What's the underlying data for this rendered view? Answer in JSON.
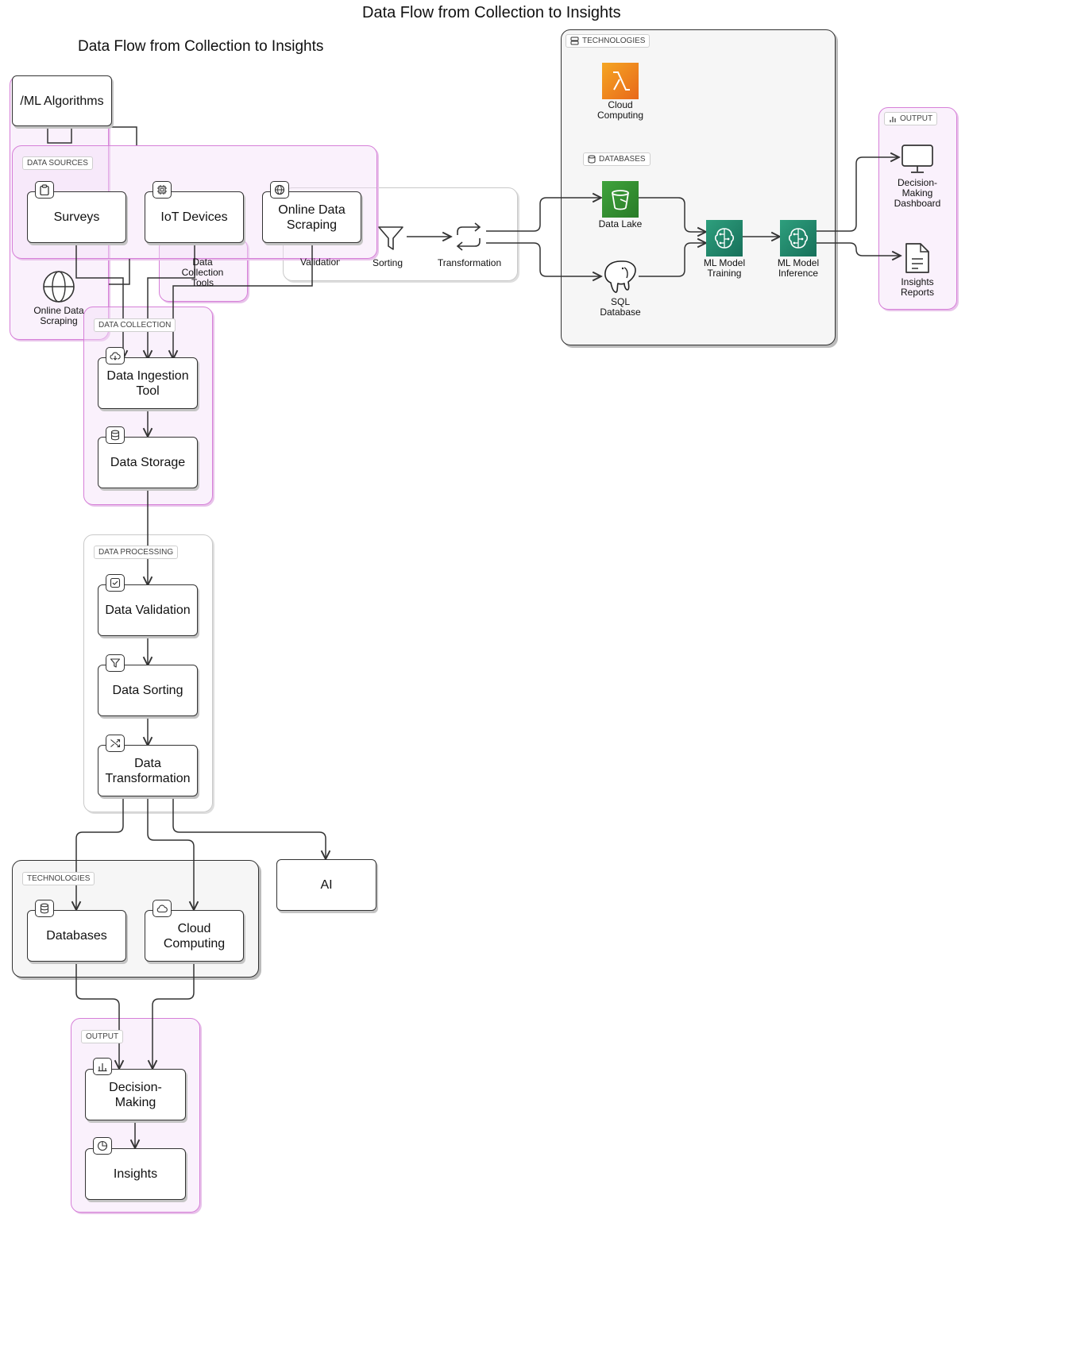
{
  "main_title": "Data Flow from Collection to Insights",
  "inner_title": "Data Flow from Collection to Insights",
  "ml_algorithms": "/ML Algorithms",
  "data_sources": {
    "tag": "DATA SOURCES",
    "surveys": "Surveys",
    "iot": "IoT Devices",
    "scraping": "Online Data Scraping"
  },
  "behind": {
    "validation": "Validation",
    "sorting": "Sorting",
    "transformation": "Transformation",
    "collection_tools": "Data Collection Tools",
    "online_scraping": "Online Data Scraping"
  },
  "data_collection": {
    "tag": "DATA COLLECTION",
    "ingestion": "Data Ingestion Tool",
    "storage": "Data Storage"
  },
  "data_processing": {
    "tag": "DATA PROCESSING",
    "validation": "Data Validation",
    "sorting": "Data Sorting",
    "transformation": "Data Transformation"
  },
  "technologies_bottom": {
    "tag": "TECHNOLOGIES",
    "databases": "Databases",
    "cloud": "Cloud Computing"
  },
  "ai": "AI",
  "output_bottom": {
    "tag": "OUTPUT",
    "decision": "Decision-Making",
    "insights": "Insights"
  },
  "technologies_right": {
    "tag": "TECHNOLOGIES",
    "cloud": "Cloud Computing",
    "databases_tag": "DATABASES",
    "data_lake": "Data Lake",
    "sql": "SQL Database",
    "training": "ML Model Training",
    "inference": "ML Model Inference"
  },
  "output_right": {
    "tag": "OUTPUT",
    "dashboard": "Decision-Making Dashboard",
    "reports": "Insights Reports"
  },
  "colors": {
    "group_pink": "#d67fd8",
    "lambda": "#e8681a",
    "s3": "#3fa33c",
    "sagemaker": "#1f8a6c"
  },
  "icons": [
    "clipboard-icon",
    "chip-icon",
    "globe-icon",
    "cloud-download-icon",
    "database-icon",
    "check-square-icon",
    "filter-icon",
    "shuffle-icon",
    "cloud-icon",
    "bar-chart-icon",
    "pie-chart-icon",
    "lambda-icon",
    "bucket-icon",
    "elephant-icon",
    "brain-circuit-icon",
    "monitor-icon",
    "document-icon",
    "server-icon",
    "repeat-icon"
  ]
}
